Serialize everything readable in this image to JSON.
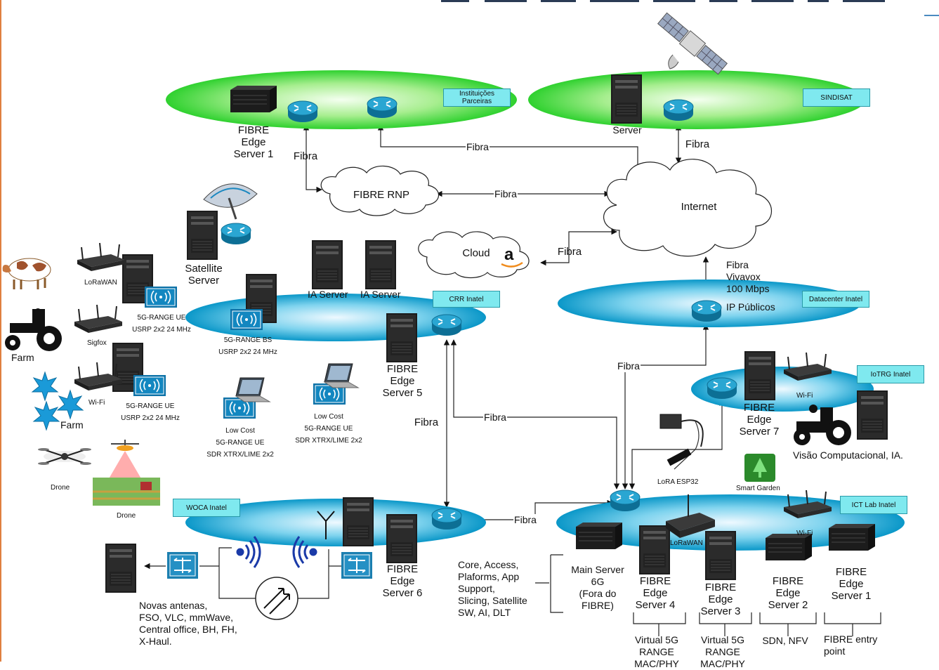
{
  "header": {
    "title_fragment": "Plataforma Inatel 6G"
  },
  "zones": {
    "instituicoes": "Instituições Parceiras",
    "sindisat": "SINDISAT",
    "crr": "CRR Inatel",
    "datacenter": "Datacenter Inatel",
    "iotrg": "IoTRG Inatel",
    "woca": "WOCA Inatel",
    "ictlab": "ICT Lab Inatel"
  },
  "clouds": {
    "rnp": "FIBRE RNP",
    "internet": "Internet",
    "cloud": "Cloud"
  },
  "links": {
    "fibra": "Fibra",
    "fibra_vivavox": [
      "Fibra",
      "Vivavox",
      "100 Mbps"
    ],
    "ip_publicos": "IP Públicos"
  },
  "servers": {
    "fibre_edge_1_top": [
      "FIBRE",
      "Edge",
      "Server 1"
    ],
    "server": "Server",
    "satellite_server": [
      "Satellite",
      "Server"
    ],
    "ia_server": "IA Server",
    "fibre_edge_5": [
      "FIBRE",
      "Edge",
      "Server 5"
    ],
    "fibre_edge_6": [
      "FIBRE",
      "Edge",
      "Server 6"
    ],
    "fibre_edge_7": [
      "FIBRE",
      "Edge",
      "Server 7"
    ],
    "main_server": [
      "Main Server",
      "6G",
      "(Fora do",
      "FIBRE)"
    ],
    "fibre_edge_4": [
      "FIBRE",
      "Edge",
      "Server 4"
    ],
    "fibre_edge_3": [
      "FIBRE",
      "Edge",
      "Server 3"
    ],
    "fibre_edge_2": [
      "FIBRE",
      "Edge",
      "Server 2"
    ],
    "fibre_edge_1_bottom": [
      "FIBRE",
      "Edge",
      "Server 1"
    ]
  },
  "devices": {
    "lorawan": "LoRaWAN",
    "sigfox": "Sigfox",
    "wifi": "Wi-Fi",
    "farm": "Farm",
    "drone": "Drone",
    "ue_5g_range": [
      "5G-RANGE UE",
      "USRP 2x2 24 MHz"
    ],
    "bs_5g_range": [
      "5G-RANGE BS",
      "USRP 2x2 24 MHz"
    ],
    "low_cost_ue": [
      "Low Cost",
      "5G-RANGE UE",
      "SDR XTRX/LIME 2x2"
    ],
    "lora_esp32": "LoRA ESP32",
    "smart_garden": "Smart Garden",
    "visao": "Visão Computacional, IA."
  },
  "notes": {
    "novas_antenas": [
      "Novas antenas,",
      "FSO, VLC, mmWave,",
      "Central office, BH, FH,",
      "X-Haul."
    ],
    "core_list": [
      "Core, Access,",
      "Plaforms, App",
      "Support,",
      "Slicing, Satellite",
      "SW, AI, DLT"
    ],
    "virtual_4": [
      "Virtual 5G",
      "RANGE",
      "MAC/PHY"
    ],
    "virtual_3": [
      "Virtual 5G",
      "RANGE",
      "MAC/PHY"
    ],
    "sdn": "SDN, NFV",
    "entry": [
      "FIBRE entry",
      "point"
    ]
  },
  "colors": {
    "green_zone": "#2fd12f",
    "blue_zone": "#0fa8d8",
    "tag": "#7fe9ef",
    "router": "#1a8fb8"
  }
}
